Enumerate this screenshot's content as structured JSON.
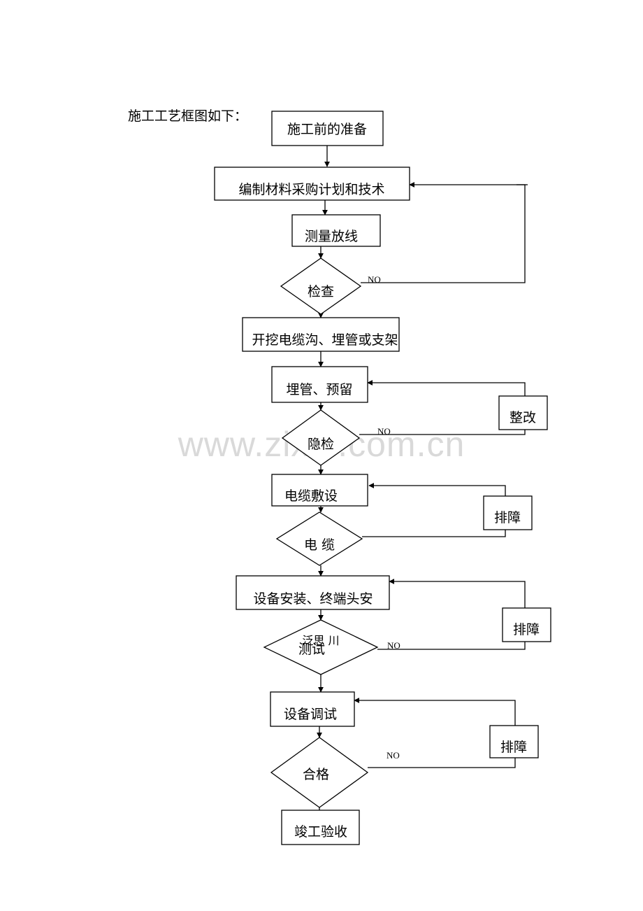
{
  "intro": "施工工艺框图如下：",
  "watermark": "www.zixin.com.cn",
  "no_label": "NO",
  "steps": {
    "prep": "施工前的准备",
    "plan": "编制材料采购计划和技术",
    "survey": "测量放线",
    "check": "检查",
    "excavate": "开挖电缆沟、埋管或支架",
    "embed": "埋管、预留",
    "hidden_check": "隐检",
    "cable_lay": "电缆敷设",
    "cable": "电 缆",
    "install": "设备安装、终端头安",
    "test_overlap": "泛思 川",
    "test": "测试",
    "debug": "设备调试",
    "pass": "合格",
    "complete": "竣工验收"
  },
  "side_boxes": {
    "rectify": "整改",
    "troubleshoot_1": "排障",
    "troubleshoot_2": "排障",
    "troubleshoot_3": "排障"
  }
}
